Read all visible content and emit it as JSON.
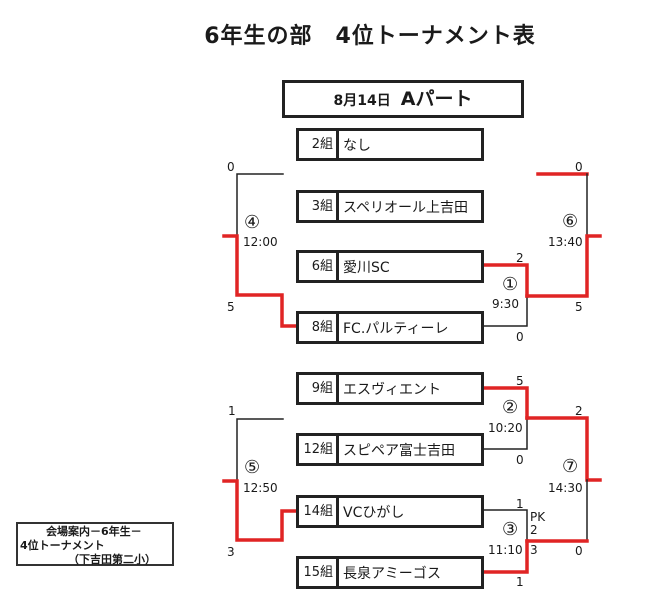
{
  "title": "6年生の部　4位トーナメント表",
  "header": {
    "date": "8月14日",
    "part": "Aパート"
  },
  "teams": [
    {
      "group": "2組",
      "name": "なし"
    },
    {
      "group": "3組",
      "name": "スペリオール上吉田"
    },
    {
      "group": "6組",
      "name": "愛川SC"
    },
    {
      "group": "8組",
      "name": "FC.パルティーレ"
    },
    {
      "group": "9組",
      "name": "エスヴィエント"
    },
    {
      "group": "12組",
      "name": "スピペア富士吉田"
    },
    {
      "group": "14組",
      "name": "VCひがし"
    },
    {
      "group": "15組",
      "name": "長泉アミーゴス"
    }
  ],
  "matches": {
    "m1": {
      "number": "①",
      "time": "9:30",
      "score_top": "2",
      "score_bottom": "0"
    },
    "m2": {
      "number": "②",
      "time": "10:20",
      "score_top": "5",
      "score_bottom": "0"
    },
    "m3": {
      "number": "③",
      "time": "11:10",
      "score_top": "1",
      "score_bottom": "1",
      "pk_label": "PK",
      "pk_top": "2",
      "pk_bottom": "3"
    },
    "m4": {
      "number": "④",
      "time": "12:00",
      "score_top": "0",
      "score_bottom": "5"
    },
    "m5": {
      "number": "⑤",
      "time": "12:50",
      "score_top": "1",
      "score_bottom": "3"
    },
    "m6": {
      "number": "⑥",
      "time": "13:40",
      "score_top": "0",
      "score_bottom": "5"
    },
    "m7": {
      "number": "⑦",
      "time": "14:30",
      "score_top": "2",
      "score_bottom": "0"
    }
  },
  "caption": {
    "line1": "会場案内－6年生－",
    "line2": "4位トーナメント",
    "line3": "（下吉田第二小）"
  },
  "colors": {
    "winner_line": "#e02424",
    "line": "#222222"
  }
}
